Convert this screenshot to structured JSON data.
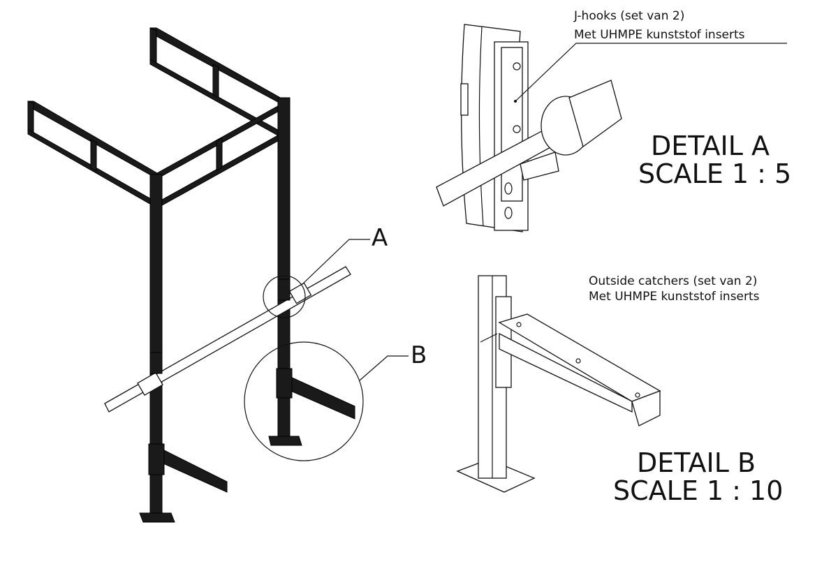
{
  "main_view": {
    "callout_a": "A",
    "callout_b": "B"
  },
  "detail_a": {
    "note_line1": "J-hooks (set van 2)",
    "note_line2": "Met UHMPE kunststof inserts",
    "title": "DETAIL A",
    "scale": "SCALE 1 : 5"
  },
  "detail_b": {
    "note_line1": "Outside catchers (set van 2)",
    "note_line2": "Met UHMPE kunststof inserts",
    "title": "DETAIL B",
    "scale": "SCALE 1 : 10"
  }
}
